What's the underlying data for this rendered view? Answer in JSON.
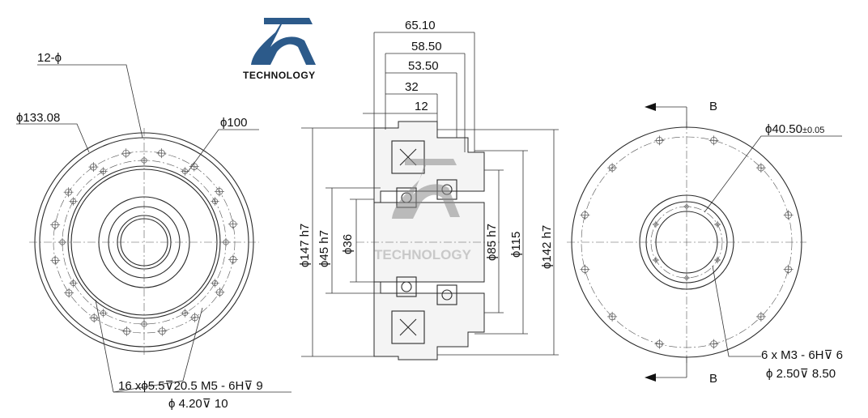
{
  "logo": {
    "text": "TECHNOLOGY",
    "color": "#2c5a8a"
  },
  "watermark": {
    "text": "TECHNOLOGY",
    "color": "#8b8b8b"
  },
  "front_view": {
    "hole_count_label": "12-ϕ",
    "outer_diameter_label": "ϕ133.08",
    "pitch_diameter_label": "ϕ100",
    "callout_line1": "16 xϕ5.5⊽20.5  M5 - 6H⊽ 9",
    "callout_line2": "ϕ 4.20⊽ 10"
  },
  "section_view": {
    "top_dims": [
      "65.10",
      "58.50",
      "53.50",
      "32",
      "12"
    ],
    "left_dims": [
      "ϕ147 h7",
      "ϕ45 h7",
      "ϕ36"
    ],
    "right_dims": [
      "ϕ85 h7",
      "ϕ115",
      "ϕ142 h7"
    ]
  },
  "rear_view": {
    "bore_label": "ϕ40.50",
    "bore_tolerance": "±0.05",
    "section_mark_top": "B",
    "section_mark_bottom": "B",
    "callout_line1": "6 x  M3 - 6H⊽ 6",
    "callout_line2": "ϕ  2.50⊽ 8.50"
  }
}
